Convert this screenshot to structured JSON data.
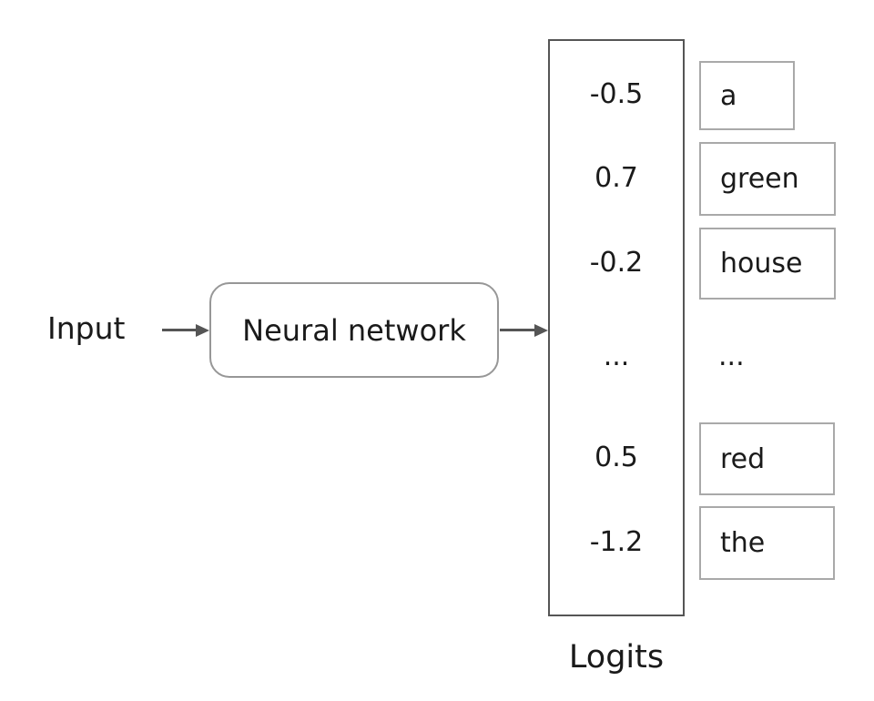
{
  "diagram": {
    "input_label": "Input",
    "network_label": "Neural network",
    "column_label": "Logits",
    "logits": [
      {
        "value": "-0.5",
        "token": "a"
      },
      {
        "value": "0.7",
        "token": "green"
      },
      {
        "value": "-0.2",
        "token": "house"
      },
      {
        "value": "...",
        "token": "..."
      },
      {
        "value": "0.5",
        "token": "red"
      },
      {
        "value": "-1.2",
        "token": "the"
      }
    ],
    "colors": {
      "background": "#ffffff",
      "text": "#1a1a1a",
      "arrow": "#555555",
      "logits_box_border": "#555555",
      "network_box_border": "#979797",
      "token_box_border": "#a9a9a9"
    }
  }
}
